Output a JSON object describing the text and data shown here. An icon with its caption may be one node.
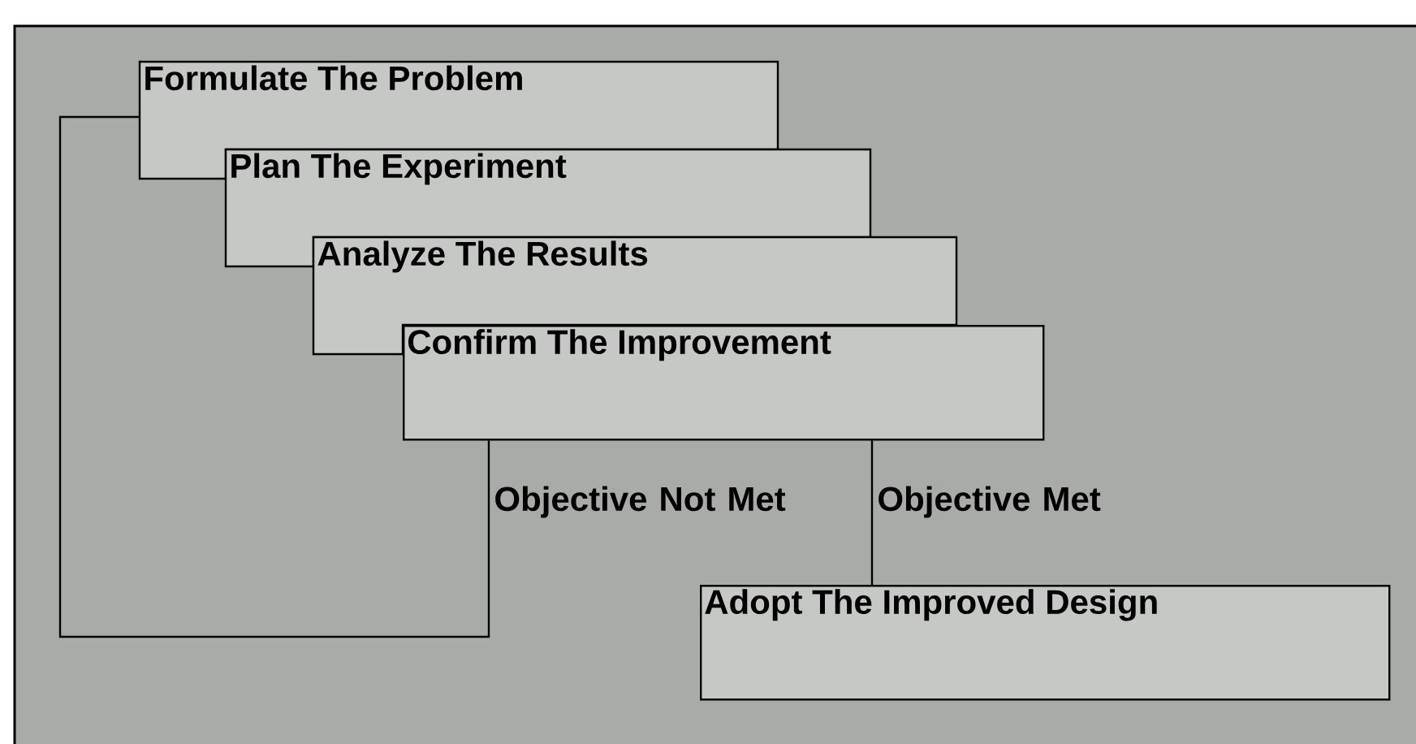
{
  "diagram": {
    "nodes": [
      {
        "text": [
          "Formulate The Problem"
        ]
      },
      {
        "text": [
          "Plan The Experiment"
        ]
      },
      {
        "text": [
          "Analyze The Results"
        ]
      },
      {
        "text": [
          "Confirm The Improvement"
        ]
      },
      {
        "text": [
          "Adopt The Improved Design"
        ]
      }
    ],
    "edges": [
      {
        "from": 3,
        "to": 0,
        "arrow": "none",
        "label": "Objective Not Met"
      },
      {
        "from": 3,
        "to": 4,
        "arrow": "none",
        "label": "Objective Met"
      }
    ]
  }
}
